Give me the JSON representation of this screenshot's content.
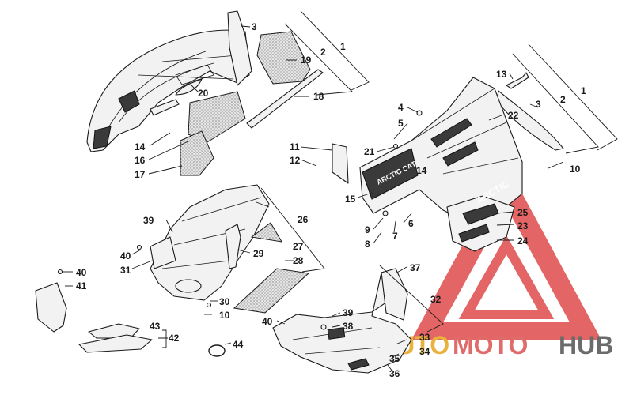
{
  "watermark": {
    "left_text": "AUTO",
    "middle_text": "MOTO",
    "right_text": "HUB",
    "left_color": "#e8b23c",
    "middle_color": "#e06b6b",
    "right_color": "#6b6b6b",
    "triangle_color": "#e05555"
  },
  "decals": {
    "brand": "ARCTIC CAT",
    "side_graphic": "ARCTIC"
  },
  "callouts": {
    "c1a": "1",
    "c2a": "2",
    "c3a": "3",
    "c19": "19",
    "c18": "18",
    "c20": "20",
    "c14a": "14",
    "c16": "16",
    "c17": "17",
    "c13": "13",
    "c1b": "1",
    "c2b": "2",
    "c3b": "3",
    "c4": "4",
    "c5": "5",
    "c22": "22",
    "c11": "11",
    "c12": "12",
    "c21": "21",
    "c14b": "14",
    "c15": "15",
    "c10a": "10",
    "c25": "25",
    "c23": "23",
    "c24": "24",
    "c9": "9",
    "c8": "8",
    "c7": "7",
    "c6": "6",
    "c39a": "39",
    "c26": "26",
    "c27": "27",
    "c40a": "40",
    "c31": "31",
    "c29": "29",
    "c28": "28",
    "c30": "30",
    "c10b": "10",
    "c40b": "40",
    "c41": "41",
    "c43": "43",
    "c42": "42",
    "c44": "44",
    "c37": "37",
    "c32": "32",
    "c40c": "40",
    "c39b": "39",
    "c38": "38",
    "c33": "33",
    "c34": "34",
    "c35": "35",
    "c36": "36"
  }
}
